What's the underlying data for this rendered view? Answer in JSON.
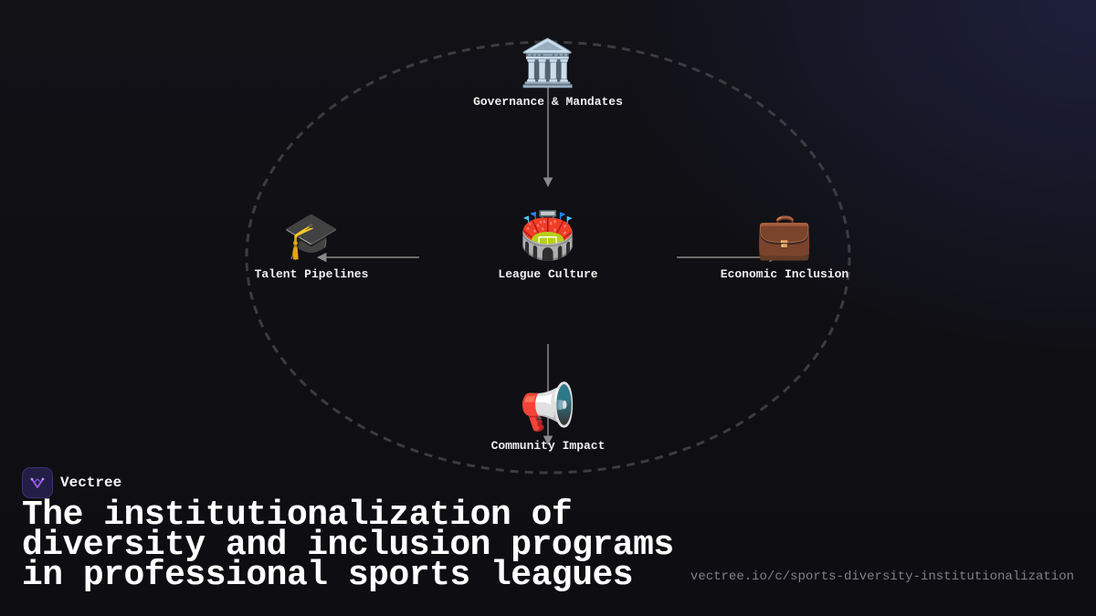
{
  "diagram": {
    "center": {
      "icon": "stadium-icon",
      "emoji": "🏟️",
      "label": "League Culture"
    },
    "nodes": [
      {
        "icon": "classical-building-icon",
        "emoji": "🏛️",
        "label": "Governance & Mandates"
      },
      {
        "icon": "graduation-cap-icon",
        "emoji": "🎓",
        "label": "Talent Pipelines"
      },
      {
        "icon": "briefcase-icon",
        "emoji": "💼",
        "label": "Economic Inclusion"
      },
      {
        "icon": "megaphone-icon",
        "emoji": "📢",
        "label": "Community Impact"
      }
    ]
  },
  "brand": {
    "name": "Vectree",
    "logo_icon": "vectree-logo-icon"
  },
  "title": "The institutionalization of diversity and inclusion programs in professional sports leagues",
  "url": "vectree.io/c/sports-diversity-institutionalization",
  "colors": {
    "background": "#0f0f13",
    "connector": "#8a8a8a",
    "dashed_ring": "#3c3c40",
    "brand_logo_bg": "#221e46",
    "brand_accent": "#a25cf0"
  }
}
